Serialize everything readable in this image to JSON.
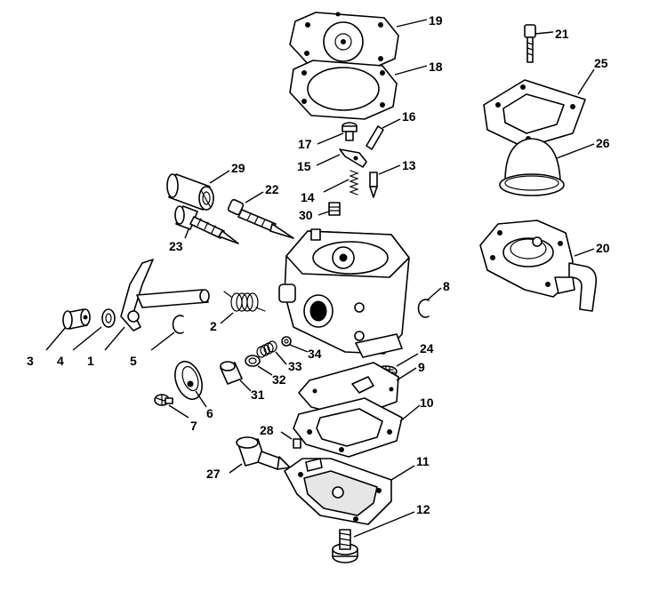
{
  "callouts": {
    "c1": "1",
    "c2": "2",
    "c3": "3",
    "c4": "4",
    "c5": "5",
    "c6": "6",
    "c7": "7",
    "c8": "8",
    "c9": "9",
    "c10": "10",
    "c11": "11",
    "c12": "12",
    "c13": "13",
    "c14": "14",
    "c15": "15",
    "c16": "16",
    "c17": "17",
    "c18": "18",
    "c19": "19",
    "c20": "20",
    "c21": "21",
    "c22": "22",
    "c23": "23",
    "c24": "24",
    "c25": "25",
    "c26": "26",
    "c27": "27",
    "c28": "28",
    "c29": "29",
    "c30": "30",
    "c31": "31",
    "c32": "32",
    "c33": "33",
    "c34": "34"
  }
}
